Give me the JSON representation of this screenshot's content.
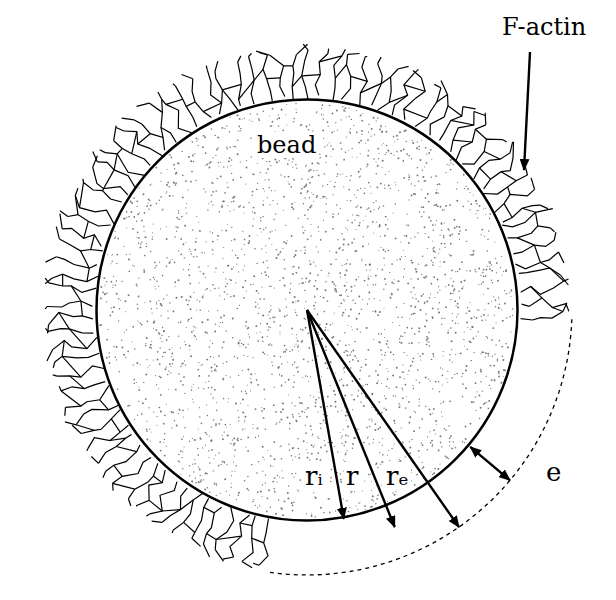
{
  "diagram": {
    "nodes": [
      {
        "text": [
          "bead"
        ]
      }
    ],
    "labels": [
      "F-actin",
      "rᵢ",
      "r",
      "rₑ",
      "e"
    ]
  }
}
